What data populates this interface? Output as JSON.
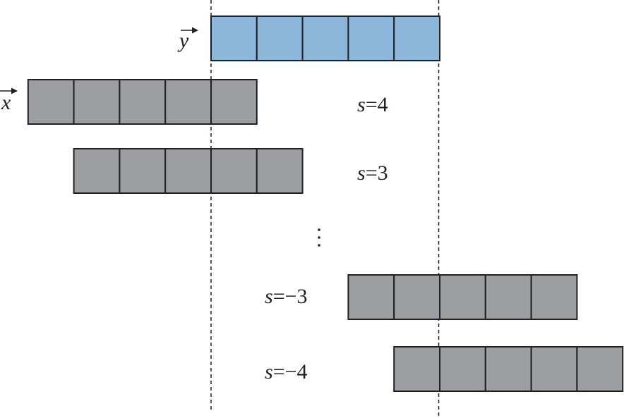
{
  "vector_y": {
    "letter": "y",
    "cells": 5,
    "color": "#8db7da"
  },
  "vector_x": {
    "letter": "x",
    "cells": 5,
    "color": "#9d9ea2"
  },
  "stroke_color": "#231f20",
  "shifts": [
    {
      "s_prefix": "s",
      "s_value": "=4",
      "shift": 4
    },
    {
      "s_prefix": "s",
      "s_value": "=3",
      "shift": 3
    },
    {
      "s_prefix": "s",
      "s_value": "=−3",
      "shift": -3
    },
    {
      "s_prefix": "s",
      "s_value": "=−4",
      "shift": -4
    }
  ]
}
